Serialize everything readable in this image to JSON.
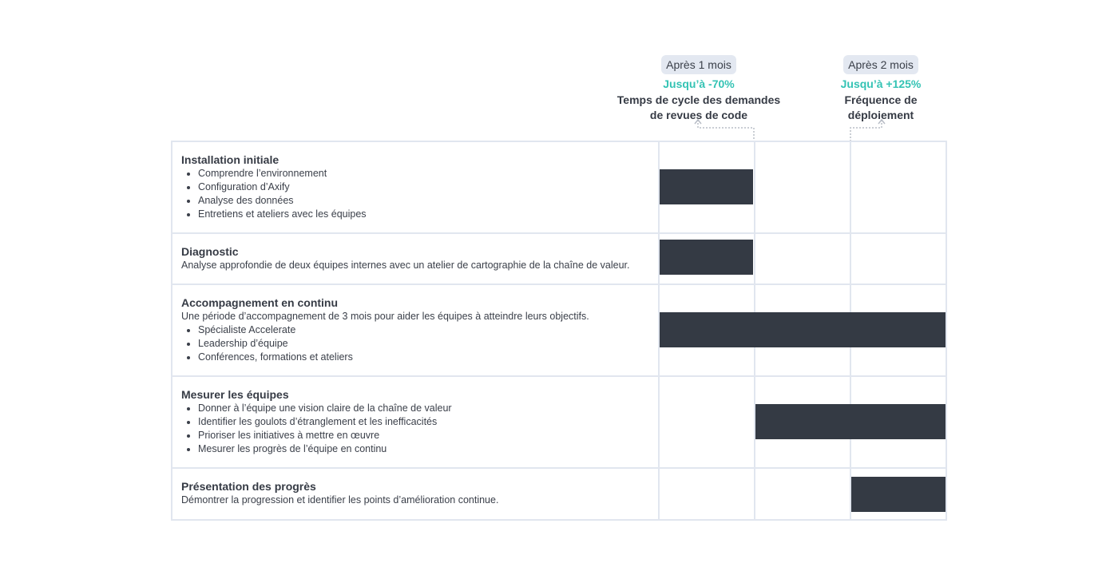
{
  "milestones": [
    {
      "period": "Après 1 mois",
      "gain": "Jusqu’à -70%",
      "metric_line1": "Temps de cycle des demandes",
      "metric_line2": "de revues de code"
    },
    {
      "period": "Après 2 mois",
      "gain": "Jusqu’à +125%",
      "metric_line1": "Fréquence de",
      "metric_line2": "déploiement"
    }
  ],
  "rows": [
    {
      "title": "Installation initiale",
      "description": "",
      "items": [
        "Comprendre l’environnement",
        "Configuration d’Axify",
        "Analyse des données",
        "Entretiens et ateliers avec les équipes"
      ],
      "span": [
        0,
        1
      ]
    },
    {
      "title": "Diagnostic",
      "description": "Analyse approfondie de deux équipes internes avec un atelier de cartographie de la chaîne de valeur.",
      "items": [],
      "span": [
        0,
        1
      ]
    },
    {
      "title": "Accompagnement en continu",
      "description": "Une période d’accompagnement de 3 mois pour aider les équipes à atteindre leurs objectifs.",
      "items": [
        "Spécialiste Accelerate",
        "Leadership d’équipe",
        "Conférences, formations et ateliers"
      ],
      "span": [
        0,
        3
      ]
    },
    {
      "title": "Mesurer les équipes",
      "description": "",
      "items": [
        "Donner à l’équipe une vision claire de la chaîne de valeur",
        "Identifier les goulots d’étranglement et les inefficacités",
        "Prioriser les initiatives à mettre en œuvre",
        "Mesurer les progrès de l’équipe en continu"
      ],
      "span": [
        1,
        3
      ]
    },
    {
      "title": "Présentation des progrès",
      "description": "Démontrer la progression et identifier les points d’amélioration continue.",
      "items": [],
      "span": [
        2,
        3
      ]
    }
  ],
  "colors": {
    "grid": "#e1e6ef",
    "bar": "#343a44",
    "accent": "#34c3b4",
    "pill": "#e3e8f1",
    "text": "#363b45"
  }
}
